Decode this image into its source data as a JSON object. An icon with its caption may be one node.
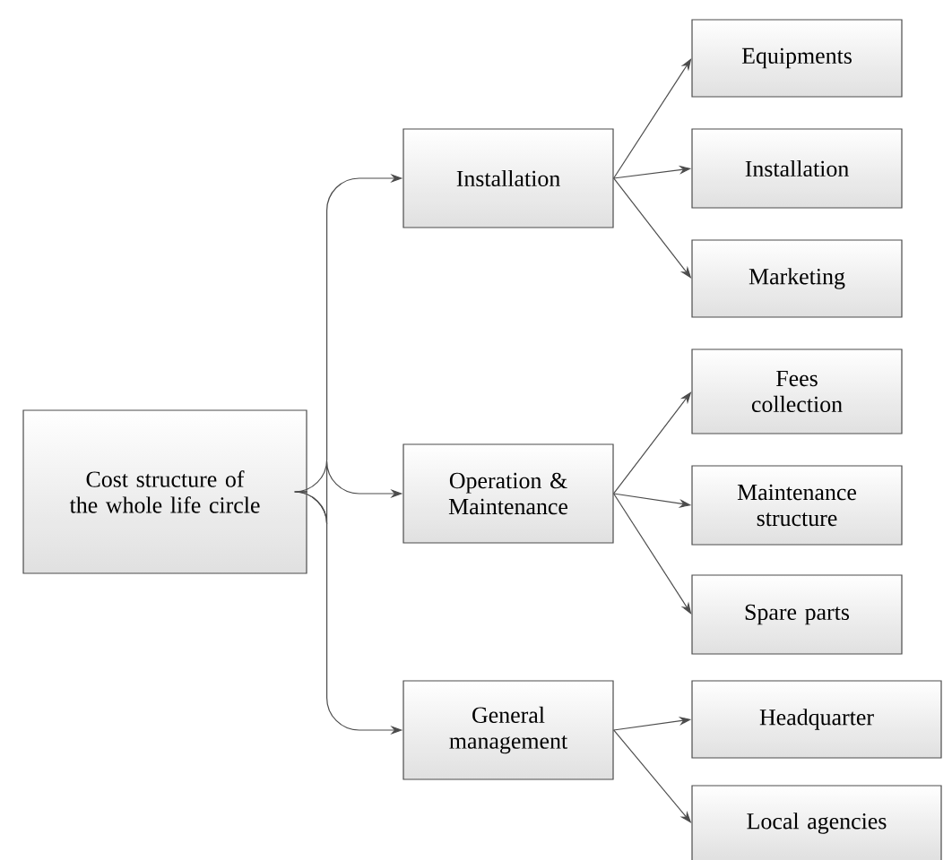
{
  "diagram": {
    "nodes": [
      {
        "text": [
          "Cost structure of the whole life circle"
        ]
      },
      {
        "text": [
          "Installation"
        ]
      },
      {
        "text": [
          "Equipments"
        ]
      },
      {
        "text": [
          "Installation"
        ]
      },
      {
        "text": [
          "Marketing"
        ]
      },
      {
        "text": [
          "Operation & Maintenance"
        ]
      },
      {
        "text": [
          "Fees collection"
        ]
      },
      {
        "text": [
          "Maintenance structure"
        ]
      },
      {
        "text": [
          "Spare parts"
        ]
      },
      {
        "text": [
          "General management"
        ]
      },
      {
        "text": [
          "Headquarter"
        ]
      },
      {
        "text": [
          "Local agencies"
        ]
      }
    ],
    "edges": [
      {
        "from": 0,
        "to": 1,
        "arrow": "to"
      },
      {
        "from": 0,
        "to": 5,
        "arrow": "to"
      },
      {
        "from": 0,
        "to": 9,
        "arrow": "to"
      },
      {
        "from": 1,
        "to": 2,
        "arrow": "to"
      },
      {
        "from": 1,
        "to": 3,
        "arrow": "to"
      },
      {
        "from": 1,
        "to": 4,
        "arrow": "to"
      },
      {
        "from": 5,
        "to": 6,
        "arrow": "to"
      },
      {
        "from": 5,
        "to": 7,
        "arrow": "to"
      },
      {
        "from": 5,
        "to": 8,
        "arrow": "to"
      },
      {
        "from": 9,
        "to": 10,
        "arrow": "to"
      },
      {
        "from": 9,
        "to": 11,
        "arrow": "to"
      }
    ]
  }
}
